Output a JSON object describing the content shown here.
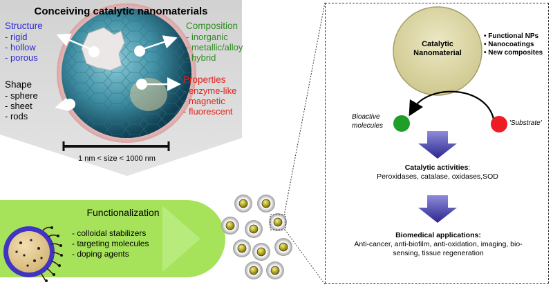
{
  "title": "Conceiving catalytic nanomaterials",
  "structure": {
    "heading": "Structure",
    "items": [
      "- rigid",
      "- hollow",
      "- porous"
    ]
  },
  "composition": {
    "heading": "Composition",
    "items": [
      "- inorganic",
      "- metallic/alloy",
      "- hybrid"
    ]
  },
  "shape": {
    "heading": "Shape",
    "items": [
      "- sphere",
      "- sheet",
      "- rods"
    ]
  },
  "properties": {
    "heading": "Properties",
    "items": [
      "- enzyme-like",
      "- magnetic",
      "- fluorescent"
    ]
  },
  "size_label": "1 nm < size < 1000 nm",
  "functionalization": {
    "heading": "Functionalization",
    "items": [
      "- colloidal stabilizers",
      "- targeting molecules",
      "- doping agents"
    ]
  },
  "catalytic_nanomaterial": {
    "line1": "Catalytic",
    "line2": "Nanomaterial"
  },
  "bullets": [
    "Functional NPs",
    "Nanocoatings",
    "New composites"
  ],
  "bioactive": {
    "line1": "Bioactive",
    "line2": "molecules"
  },
  "substrate": "'Substrate'",
  "activities": {
    "heading": "Catalytic activities",
    "text": "Peroxidases, catalase, oxidases,SOD"
  },
  "applications": {
    "heading": "Biomedical applications:",
    "line1": "Anti-cancer, anti-biofilm, anti-oxidation, imaging, bio-",
    "line2": "sensing, tissue regeneration"
  },
  "colors": {
    "structure": "#2b2bd6",
    "composition": "#2e8b22",
    "properties": "#e3201b",
    "functional_bg": "#a6e35a",
    "sphere_fill": "#d9d4a0",
    "green_dot": "#1f9e2a",
    "red_dot": "#ee1c24",
    "arrow": "#3a37a8"
  }
}
